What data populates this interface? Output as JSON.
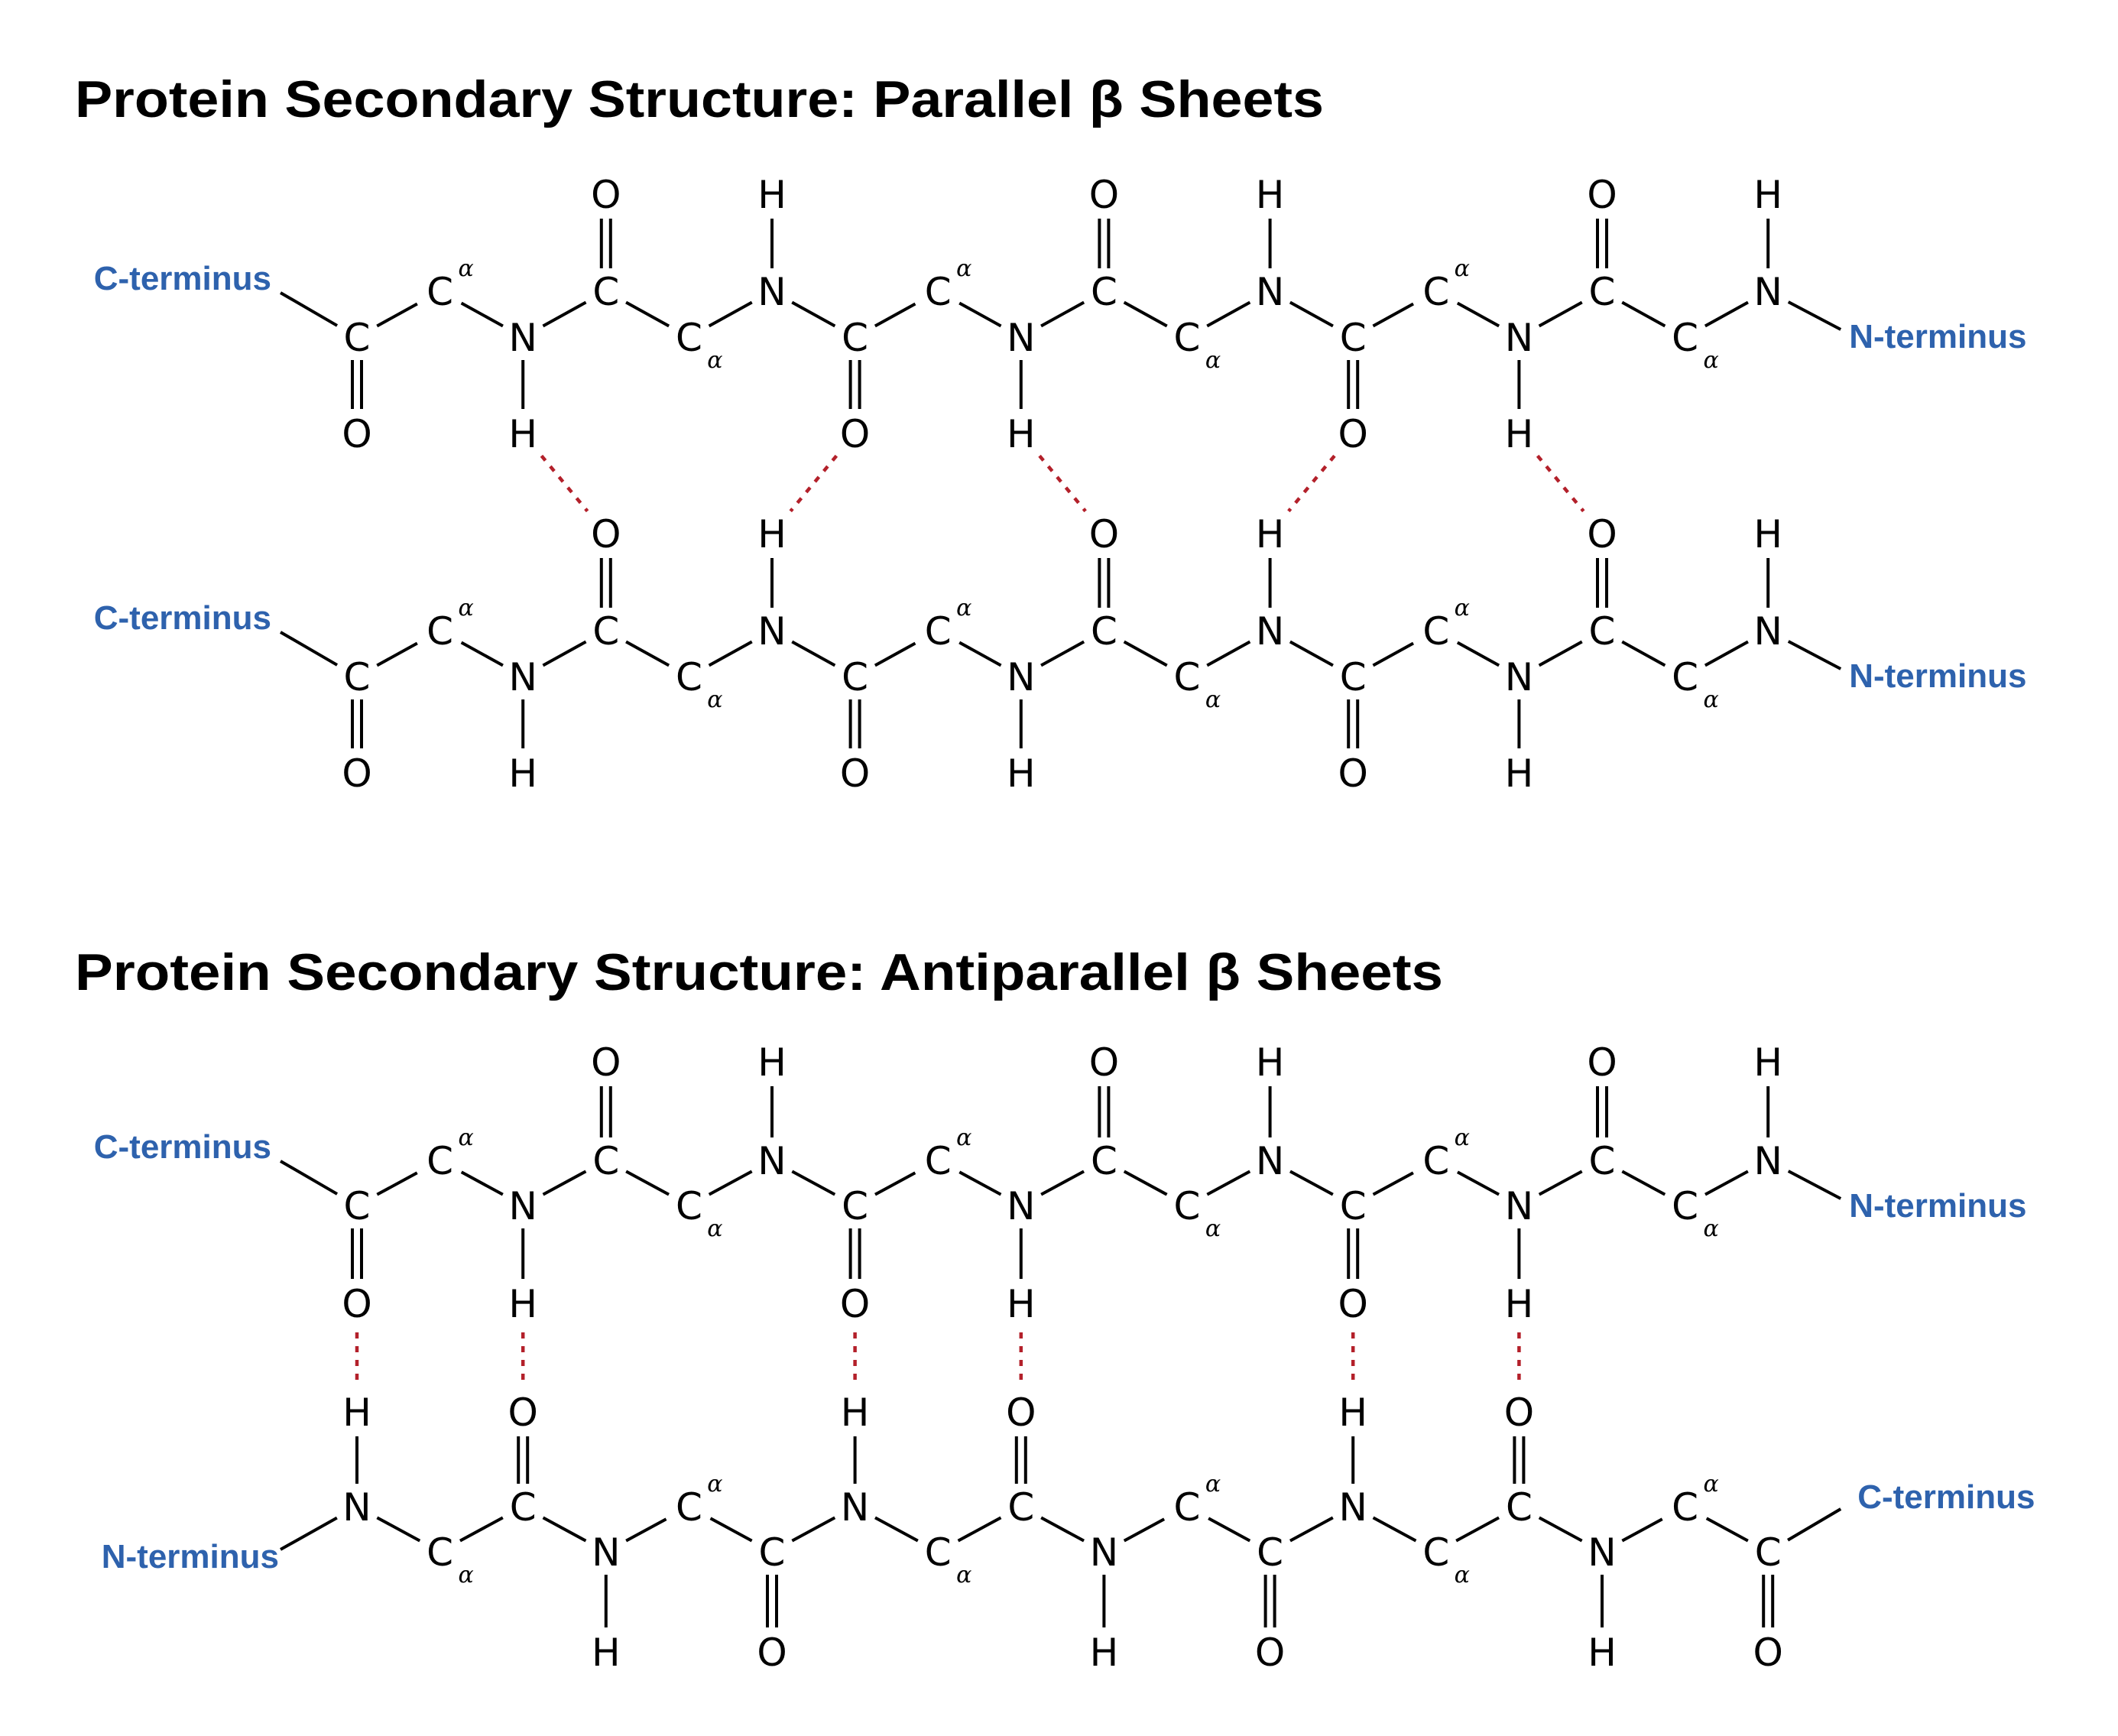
{
  "diagrams": [
    {
      "title": "Protein Secondary Structure: Parallel β Sheets",
      "strands": [
        {
          "left_label": "C-terminus",
          "right_label": "N-terminus",
          "atoms": [
            {
              "symbol": "C",
              "attached": "O",
              "bond": "double"
            },
            {
              "symbol": "C",
              "alpha": "α"
            },
            {
              "symbol": "N",
              "attached": "H",
              "bond": "single"
            },
            {
              "symbol": "C",
              "attached": "O",
              "bond": "double"
            },
            {
              "symbol": "C",
              "alpha": "α"
            },
            {
              "symbol": "N",
              "attached": "H",
              "bond": "single"
            },
            {
              "symbol": "C",
              "attached": "O",
              "bond": "double"
            },
            {
              "symbol": "C",
              "alpha": "α"
            },
            {
              "symbol": "N",
              "attached": "H",
              "bond": "single"
            },
            {
              "symbol": "C",
              "attached": "O",
              "bond": "double"
            },
            {
              "symbol": "C",
              "alpha": "α"
            },
            {
              "symbol": "N",
              "attached": "H",
              "bond": "single"
            },
            {
              "symbol": "C",
              "attached": "O",
              "bond": "double"
            },
            {
              "symbol": "C",
              "alpha": "α"
            },
            {
              "symbol": "N",
              "attached": "H",
              "bond": "single"
            },
            {
              "symbol": "C",
              "attached": "O",
              "bond": "double"
            },
            {
              "symbol": "C",
              "alpha": "α"
            },
            {
              "symbol": "N",
              "attached": "H",
              "bond": "single"
            }
          ]
        },
        {
          "left_label": "C-terminus",
          "right_label": "N-terminus",
          "atoms": [
            {
              "symbol": "C",
              "attached": "O",
              "bond": "double"
            },
            {
              "symbol": "C",
              "alpha": "α"
            },
            {
              "symbol": "N",
              "attached": "H",
              "bond": "single"
            },
            {
              "symbol": "C",
              "attached": "O",
              "bond": "double"
            },
            {
              "symbol": "C",
              "alpha": "α"
            },
            {
              "symbol": "N",
              "attached": "H",
              "bond": "single"
            },
            {
              "symbol": "C",
              "attached": "O",
              "bond": "double"
            },
            {
              "symbol": "C",
              "alpha": "α"
            },
            {
              "symbol": "N",
              "attached": "H",
              "bond": "single"
            },
            {
              "symbol": "C",
              "attached": "O",
              "bond": "double"
            },
            {
              "symbol": "C",
              "alpha": "α"
            },
            {
              "symbol": "N",
              "attached": "H",
              "bond": "single"
            },
            {
              "symbol": "C",
              "attached": "O",
              "bond": "double"
            },
            {
              "symbol": "C",
              "alpha": "α"
            },
            {
              "symbol": "N",
              "attached": "H",
              "bond": "single"
            },
            {
              "symbol": "C",
              "attached": "O",
              "bond": "double"
            },
            {
              "symbol": "C",
              "alpha": "α"
            },
            {
              "symbol": "N",
              "attached": "H",
              "bond": "single"
            }
          ]
        }
      ],
      "hydrogen_bonds": [
        [
          2,
          3
        ],
        [
          6,
          5
        ],
        [
          8,
          9
        ],
        [
          12,
          11
        ],
        [
          14,
          15
        ]
      ]
    },
    {
      "title": "Protein Secondary Structure: Antiparallel β Sheets",
      "strands": [
        {
          "left_label": "C-terminus",
          "right_label": "N-terminus",
          "atoms": [
            {
              "symbol": "C",
              "attached": "O",
              "bond": "double"
            },
            {
              "symbol": "C",
              "alpha": "α"
            },
            {
              "symbol": "N",
              "attached": "H",
              "bond": "single"
            },
            {
              "symbol": "C",
              "attached": "O",
              "bond": "double"
            },
            {
              "symbol": "C",
              "alpha": "α"
            },
            {
              "symbol": "N",
              "attached": "H",
              "bond": "single"
            },
            {
              "symbol": "C",
              "attached": "O",
              "bond": "double"
            },
            {
              "symbol": "C",
              "alpha": "α"
            },
            {
              "symbol": "N",
              "attached": "H",
              "bond": "single"
            },
            {
              "symbol": "C",
              "attached": "O",
              "bond": "double"
            },
            {
              "symbol": "C",
              "alpha": "α"
            },
            {
              "symbol": "N",
              "attached": "H",
              "bond": "single"
            },
            {
              "symbol": "C",
              "attached": "O",
              "bond": "double"
            },
            {
              "symbol": "C",
              "alpha": "α"
            },
            {
              "symbol": "N",
              "attached": "H",
              "bond": "single"
            },
            {
              "symbol": "C",
              "attached": "O",
              "bond": "double"
            },
            {
              "symbol": "C",
              "alpha": "α"
            },
            {
              "symbol": "N",
              "attached": "H",
              "bond": "single"
            }
          ]
        },
        {
          "left_label": "N-terminus",
          "right_label": "C-terminus",
          "atoms": [
            {
              "symbol": "N",
              "attached": "H",
              "bond": "single"
            },
            {
              "symbol": "C",
              "alpha": "α"
            },
            {
              "symbol": "C",
              "attached": "O",
              "bond": "double"
            },
            {
              "symbol": "N",
              "attached": "H",
              "bond": "single"
            },
            {
              "symbol": "C",
              "alpha": "α"
            },
            {
              "symbol": "C",
              "attached": "O",
              "bond": "double"
            },
            {
              "symbol": "N",
              "attached": "H",
              "bond": "single"
            },
            {
              "symbol": "C",
              "alpha": "α"
            },
            {
              "symbol": "C",
              "attached": "O",
              "bond": "double"
            },
            {
              "symbol": "N",
              "attached": "H",
              "bond": "single"
            },
            {
              "symbol": "C",
              "alpha": "α"
            },
            {
              "symbol": "C",
              "attached": "O",
              "bond": "double"
            },
            {
              "symbol": "N",
              "attached": "H",
              "bond": "single"
            },
            {
              "symbol": "C",
              "alpha": "α"
            },
            {
              "symbol": "C",
              "attached": "O",
              "bond": "double"
            },
            {
              "symbol": "N",
              "attached": "H",
              "bond": "single"
            },
            {
              "symbol": "C",
              "alpha": "α"
            },
            {
              "symbol": "C",
              "attached": "O",
              "bond": "double"
            }
          ]
        }
      ],
      "hydrogen_bonds": [
        [
          0,
          0
        ],
        [
          2,
          2
        ],
        [
          6,
          6
        ],
        [
          8,
          8
        ],
        [
          12,
          12
        ],
        [
          14,
          14
        ]
      ]
    }
  ]
}
